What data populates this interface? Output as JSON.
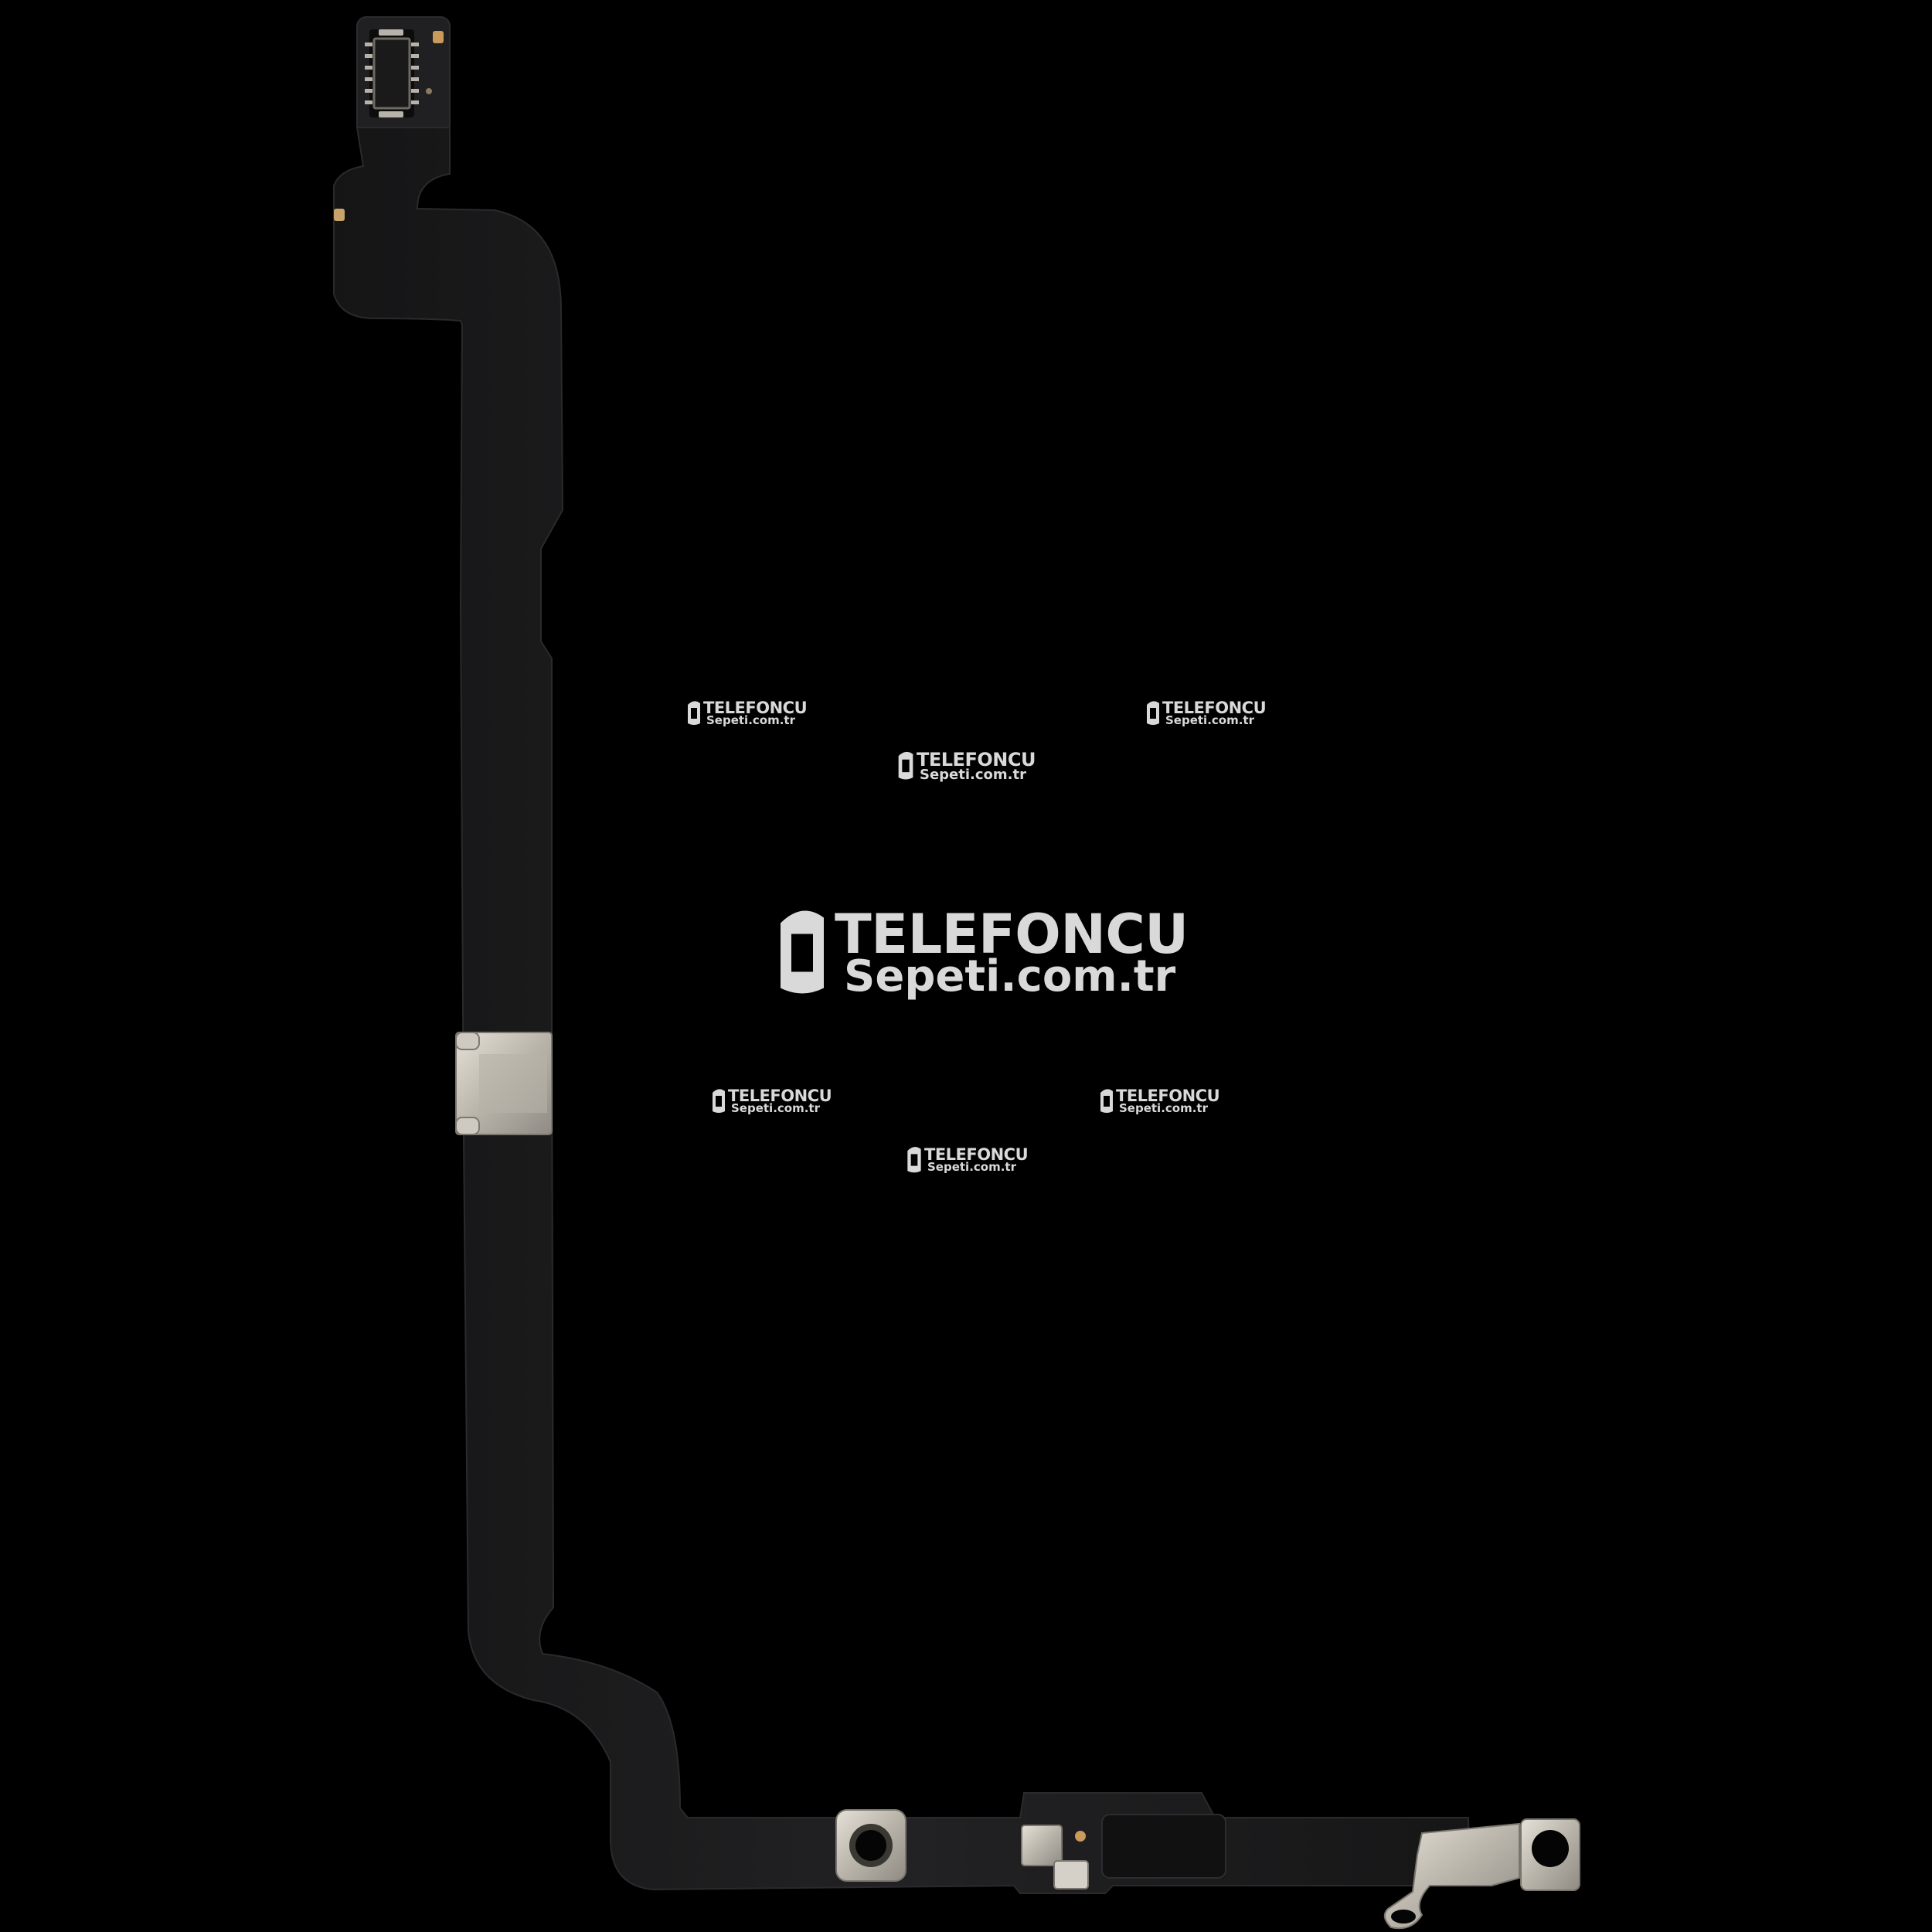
{
  "image": {
    "subject": "flex-cable-with-connector-and-metal-brackets",
    "background_color": "#000000",
    "cable_color": "#1b1b1c",
    "metal_color": "#c9c4bb"
  },
  "watermarks": [
    {
      "line1": "TELEFONCU",
      "line2": "Sepeti.com.tr"
    },
    {
      "line1": "TELEFONCU",
      "line2": "Sepeti.com.tr"
    },
    {
      "line1": "TELEFONCU",
      "line2": "Sepeti.com.tr"
    },
    {
      "line1": "TELEFONCU",
      "line2": "Sepeti.com.tr"
    },
    {
      "line1": "TELEFONCU",
      "line2": "Sepeti.com.tr"
    },
    {
      "line1": "TELEFONCU",
      "line2": "Sepeti.com.tr"
    },
    {
      "line1": "TELEFONCU",
      "line2": "Sepeti.com.tr"
    }
  ]
}
